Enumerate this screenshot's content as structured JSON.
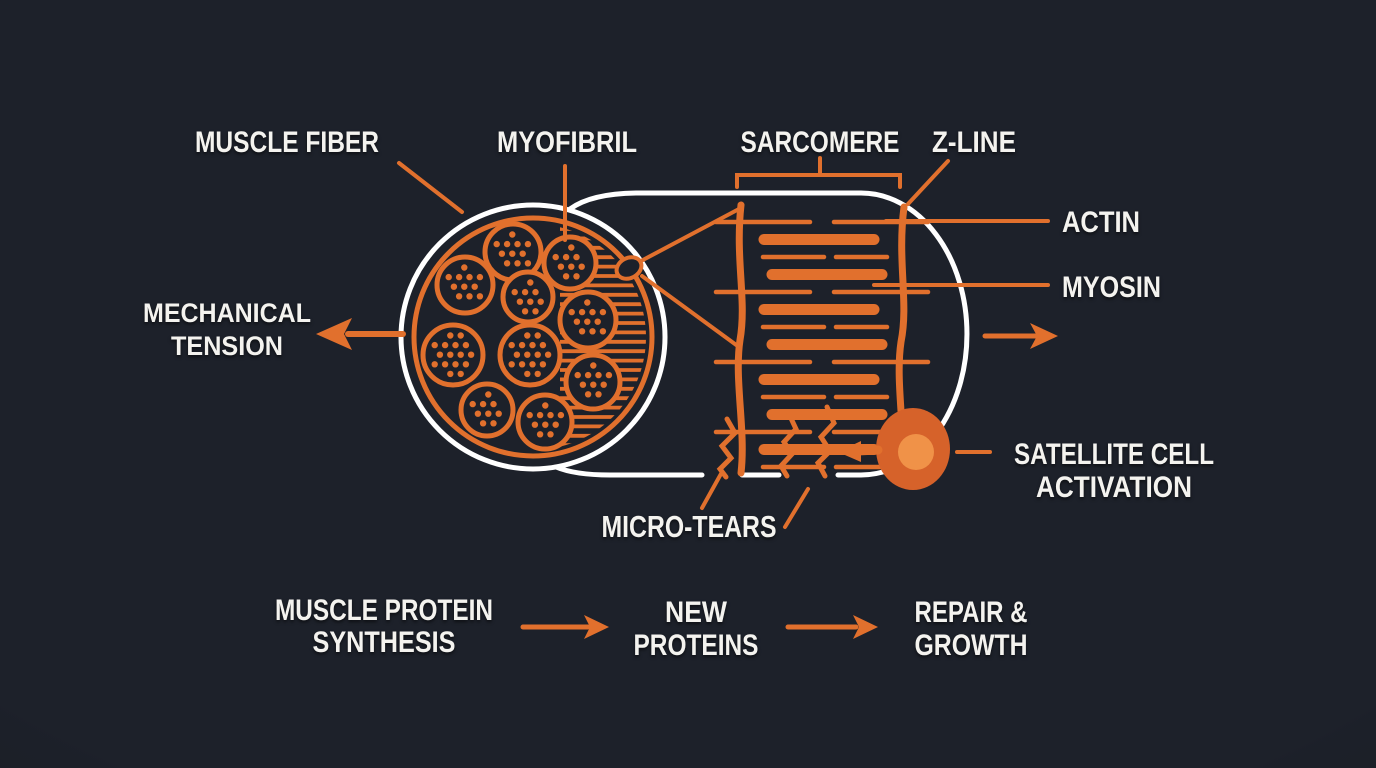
{
  "colors": {
    "background": "#1d212a",
    "orange": "#e1702d",
    "orange_deep": "#d6622a",
    "orange_light": "#f09248",
    "outline_white": "#ffffff",
    "text": "#f4f3ef"
  },
  "labels": {
    "muscle_fiber": "MUSCLE FIBER",
    "myofibril": "MYOFIBRIL",
    "sarcomere": "SARCOMERE",
    "z_line": "Z-LINE",
    "actin": "ACTIN",
    "myosin": "MYOSIN",
    "micro_tears": "MICRO-TEARS"
  },
  "mechanical_tension": {
    "line1": "MECHANICAL",
    "line2": "TENSION"
  },
  "satellite_cell": {
    "line1": "SATELLITE CELL",
    "line2": "ACTIVATION"
  },
  "process_flow": {
    "step1": {
      "line1": "MUSCLE PROTEIN",
      "line2": "SYNTHESIS"
    },
    "step2": {
      "line1": "NEW",
      "line2": "PROTEINS"
    },
    "step3": {
      "line1": "REPAIR &",
      "line2": "GROWTH"
    }
  }
}
